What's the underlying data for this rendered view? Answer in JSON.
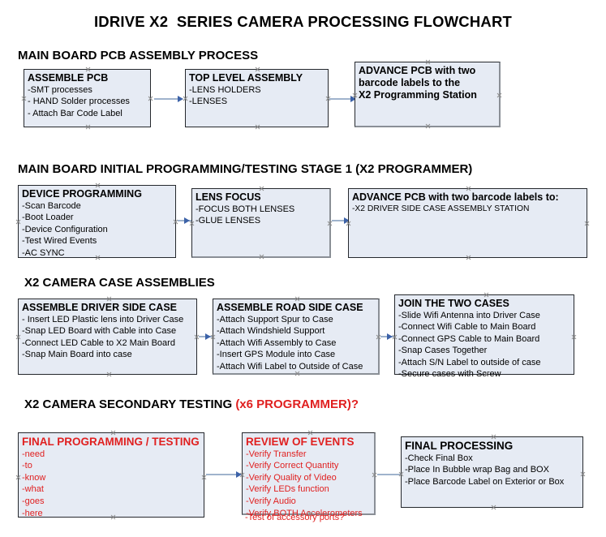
{
  "document": {
    "title": "IDRIVE X2  SERIES CAMERA PROCESSING FLOWCHART"
  },
  "sections": [
    {
      "id": "main-board-pcb-assembly",
      "header": "MAIN BOARD PCB ASSEMBLY PROCESS",
      "header_accent": "",
      "boxes": [
        {
          "id": "assemble-pcb",
          "title": "ASSEMBLE PCB",
          "items": [
            "-SMT processes",
            "- HAND Solder processes",
            "- Attach Bar Code Label"
          ]
        },
        {
          "id": "top-level-assembly",
          "title": "TOP LEVEL ASSEMBLY",
          "items": [
            "-LENS HOLDERS",
            "-LENSES"
          ]
        },
        {
          "id": "advance-pcb-to-x2-programming-station",
          "title": "ADVANCE PCB with two",
          "title_lines": [
            "ADVANCE PCB with two",
            "barcode labels to the",
            " X2 Programming Station"
          ],
          "items": []
        }
      ]
    },
    {
      "id": "main-board-initial-programming",
      "header": "MAIN BOARD INITIAL PROGRAMMING/TESTING STAGE 1 (X2 PROGRAMMER)",
      "header_accent": "",
      "boxes": [
        {
          "id": "device-programming",
          "title": "DEVICE PROGRAMMING",
          "items": [
            "-Scan Barcode",
            "-Boot Loader",
            "-Device Configuration",
            "-Test Wired Events",
            "-AC SYNC"
          ]
        },
        {
          "id": "lens-focus",
          "title": "LENS FOCUS",
          "items": [
            "-FOCUS BOTH LENSES",
            "-GLUE LENSES"
          ]
        },
        {
          "id": "advance-pcb-to-driver-side-case-station",
          "title": "ADVANCE PCB with two barcode labels to:",
          "items": [
            "-X2 DRIVER  SIDE  CASE  ASSEMBLY STATION"
          ]
        }
      ]
    },
    {
      "id": "x2-camera-case-assemblies",
      "header": "X2 CAMERA CASE ASSEMBLIES",
      "header_accent": "",
      "boxes": [
        {
          "id": "assemble-driver-side-case",
          "title": "ASSEMBLE DRIVER SIDE CASE",
          "items": [
            "- Insert LED Plastic lens into Driver Case",
            "-Snap LED Board with Cable into Case",
            "-Connect LED Cable to X2 Main Board",
            "-Snap Main Board into case"
          ]
        },
        {
          "id": "assemble-road-side-case",
          "title": "ASSEMBLE ROAD SIDE CASE",
          "items": [
            "-Attach Support Spur to Case",
            "-Attach Windshield Support",
            "-Attach Wifi Assembly to Case",
            "-Insert GPS Module into Case",
            "-Attach Wifi Label to Outside of Case"
          ]
        },
        {
          "id": "join-the-two-cases",
          "title": "JOIN THE TWO CASES",
          "items": [
            "-Slide Wifi Antenna into Driver Case",
            "-Connect Wifi Cable to Main Board",
            "-Connect GPS Cable to Main Board",
            "-Snap Cases Together",
            "-Attach S/N Label to outside of case",
            "-Secure cases with Screw"
          ]
        }
      ]
    },
    {
      "id": "x2-camera-secondary-testing",
      "header": "X2 CAMERA SECONDARY TESTING ",
      "header_accent": "(x6 PROGRAMMER)?",
      "boxes": [
        {
          "id": "final-programming-testing",
          "title": "FINAL PROGRAMMING / TESTING",
          "items": [
            "-need",
            "-to",
            "-know",
            "-what",
            "-goes",
            "-here"
          ]
        },
        {
          "id": "review-of-events",
          "title": "REVIEW OF EVENTS",
          "items": [
            "-Verify Transfer",
            "-Verify Correct Quantity",
            "-Verify Quality of Video",
            "-Verify LEDs function",
            "-Verify Audio",
            "-Verify BOTH Accelerometers"
          ],
          "overflow_item": "-Test of accessory ports?"
        },
        {
          "id": "final-processing",
          "title": "FINAL PROCESSING",
          "items": [
            " -Check Final Box",
            "-Place In Bubble wrap Bag and BOX",
            "-Place Barcode Label on Exterior or Box"
          ]
        }
      ]
    }
  ],
  "colors": {
    "box_fill": "#e6ebf4",
    "box_border": "#25282d",
    "box_shadow": "#8a8f96",
    "connector": "#9fb3cc",
    "arrowhead": "#3c62a8",
    "accent_red": "#e02020",
    "handle": "#8b8b8b"
  }
}
